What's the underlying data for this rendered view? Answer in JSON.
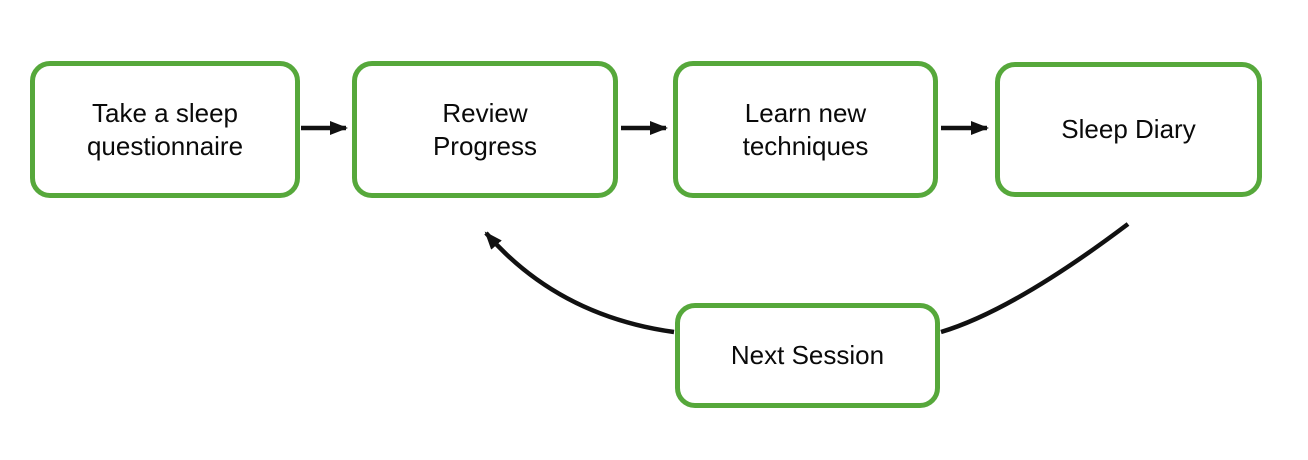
{
  "theme": {
    "background": "#ffffff",
    "node_border": "#56a83b",
    "node_fill": "#ffffff",
    "text_color": "#0a0a0a",
    "arrow_color": "#111111"
  },
  "diagram": {
    "type": "flowchart",
    "nodes": {
      "questionnaire": {
        "label": "Take a sleep\nquestionnaire"
      },
      "review": {
        "label": "Review\nProgress"
      },
      "techniques": {
        "label": "Learn new\ntechniques"
      },
      "diary": {
        "label": "Sleep Diary"
      },
      "next_session": {
        "label": "Next Session"
      }
    },
    "edges": [
      {
        "from": "Take a sleep questionnaire",
        "to": "Review Progress",
        "style": "straight-arrow"
      },
      {
        "from": "Review Progress",
        "to": "Learn new techniques",
        "style": "straight-arrow"
      },
      {
        "from": "Learn new techniques",
        "to": "Sleep Diary",
        "style": "straight-arrow"
      },
      {
        "from": "Sleep Diary",
        "to": "Next Session",
        "style": "curved-line"
      },
      {
        "from": "Next Session",
        "to": "Review Progress",
        "style": "curved-arrow"
      }
    ]
  }
}
